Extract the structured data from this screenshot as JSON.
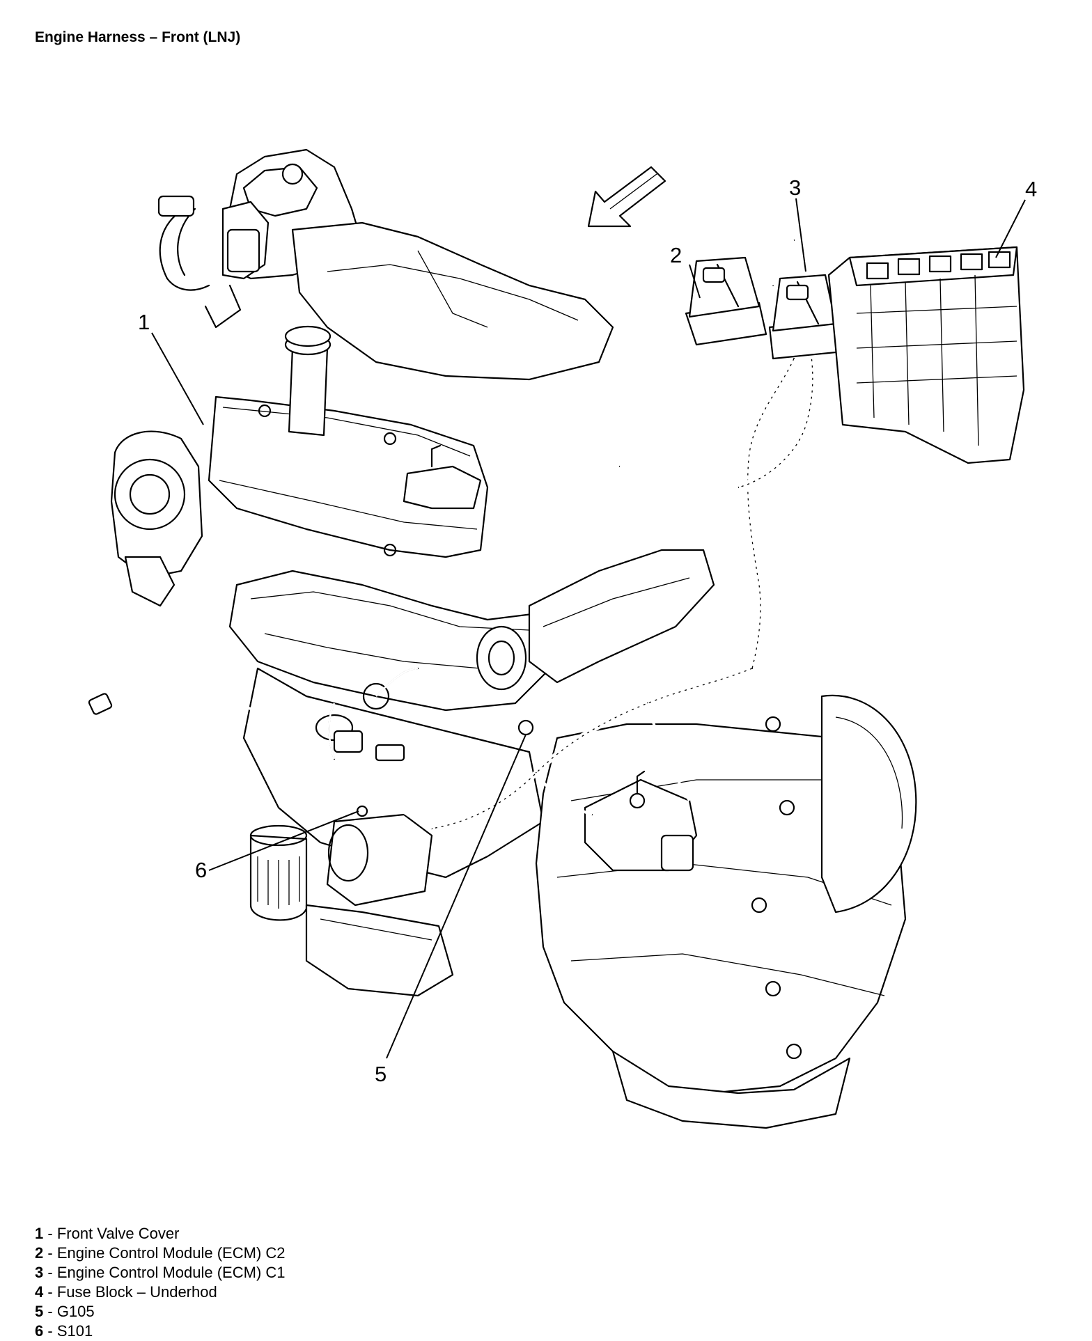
{
  "title": "Engine Harness – Front (LNJ)",
  "callouts": [
    {
      "id": "1",
      "label": "1"
    },
    {
      "id": "2",
      "label": "2"
    },
    {
      "id": "3",
      "label": "3"
    },
    {
      "id": "4",
      "label": "4"
    },
    {
      "id": "5",
      "label": "5"
    },
    {
      "id": "6",
      "label": "6"
    }
  ],
  "legend": [
    {
      "num": "1",
      "sep": " - ",
      "text": "Front Valve Cover"
    },
    {
      "num": "2",
      "sep": " - ",
      "text": "Engine Control Module (ECM) C2"
    },
    {
      "num": "3",
      "sep": " - ",
      "text": "Engine Control Module (ECM) C1"
    },
    {
      "num": "4",
      "sep": " - ",
      "text": "Fuse Block – Underhod"
    },
    {
      "num": "5",
      "sep": " - ",
      "text": "G105"
    },
    {
      "num": "6",
      "sep": " - ",
      "text": "S101"
    }
  ],
  "icons": {
    "direction_arrow": "arrow-down-left-icon"
  }
}
